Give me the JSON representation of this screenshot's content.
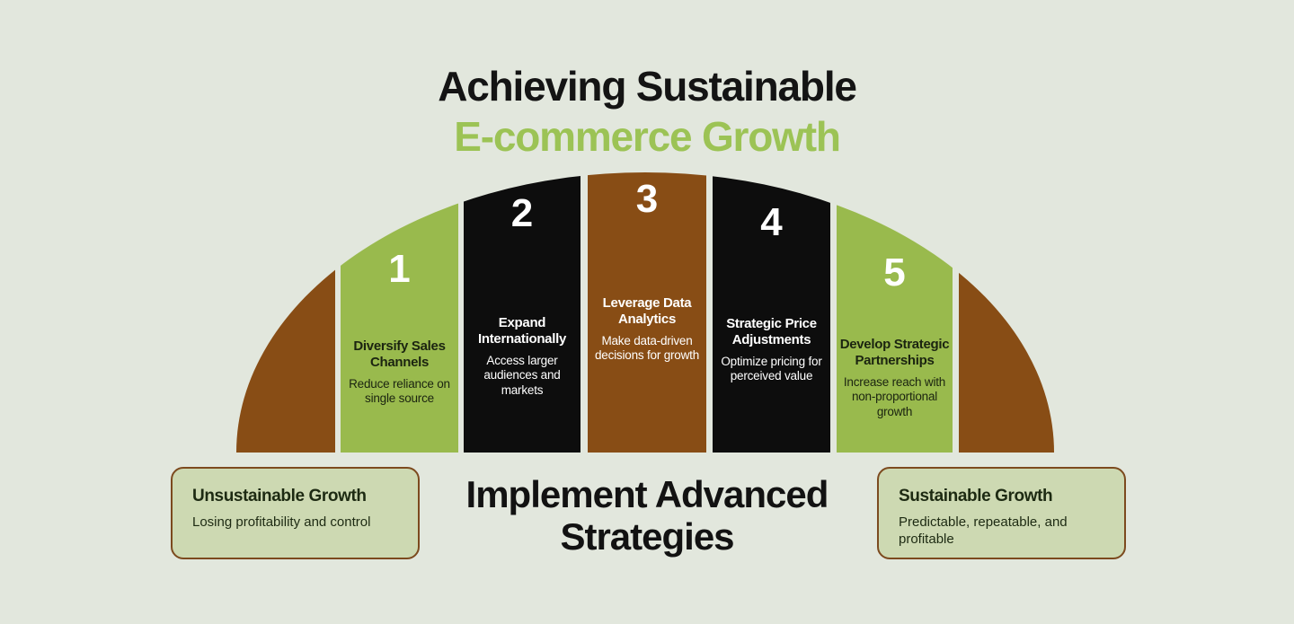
{
  "title": {
    "line1": "Achieving Sustainable",
    "line2": "E-commerce Growth"
  },
  "arch": {
    "segments": [
      {
        "number": "1",
        "title": "Diversify Sales Channels",
        "description": "Reduce reliance on single source",
        "color": "#99ba4d"
      },
      {
        "number": "2",
        "title": "Expand Internationally",
        "description": "Access larger audiences and markets",
        "color": "#0d0d0d"
      },
      {
        "number": "3",
        "title": "Leverage Data Analytics",
        "description": "Make data-driven decisions for growth",
        "color": "#884d15"
      },
      {
        "number": "4",
        "title": "Strategic Price Adjustments",
        "description": "Optimize pricing for perceived value",
        "color": "#0d0d0d"
      },
      {
        "number": "5",
        "title": "Develop Strategic Partnerships",
        "description": "Increase reach with non-proportional growth",
        "color": "#99ba4d"
      }
    ],
    "center_label": "Implement Advanced Strategies"
  },
  "callouts": {
    "left": {
      "title": "Unsustainable Growth",
      "description": "Losing profitability and control"
    },
    "right": {
      "title": "Sustainable Growth",
      "description": "Predictable, repeatable, and profitable"
    }
  },
  "colors": {
    "background": "#e2e7dd",
    "green": "#99ba4d",
    "brown": "#884d15",
    "black": "#0d0d0d",
    "title_green": "#9cc355",
    "dark_text": "#1b2410",
    "white_text": "#ffffff",
    "callout_fill": "#cdd9b2",
    "callout_border": "#7c4a1e"
  }
}
